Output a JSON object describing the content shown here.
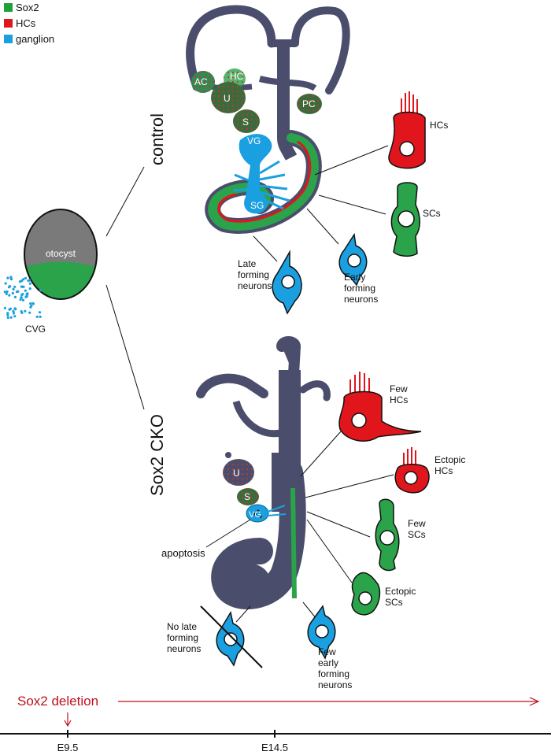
{
  "legend": [
    {
      "label": "Sox2",
      "color": "#1ea03a"
    },
    {
      "label": "HCs",
      "color": "#e0161c"
    },
    {
      "label": "ganglion",
      "color": "#1aa0e0"
    }
  ],
  "otocyst": {
    "label": "otocyst",
    "cvg_label": "CVG"
  },
  "control": {
    "title": "control",
    "structures": {
      "ac": "AC",
      "hc": "HC",
      "u": "U",
      "s": "S",
      "pc": "PC",
      "vg": "VG",
      "sg": "SG"
    },
    "cells": {
      "hcs": "HCs",
      "scs": "SCs",
      "late_neurons": [
        "Late",
        "forming",
        "neurons"
      ],
      "early_neurons": [
        "Early",
        "forming",
        "neurons"
      ]
    }
  },
  "cko": {
    "title": "Sox2 CKO",
    "structures": {
      "u": "U",
      "s": "S",
      "vg": "VG"
    },
    "apoptosis": "apoptosis",
    "cells": {
      "few_hcs": [
        "Few",
        "HCs"
      ],
      "ectopic_hcs": [
        "Ectopic",
        "HCs"
      ],
      "few_scs": [
        "Few",
        "SCs"
      ],
      "ectopic_scs": [
        "Ectopic",
        "SCs"
      ],
      "no_late_neurons": [
        "No late",
        "forming",
        "neurons"
      ],
      "few_early_neurons": [
        "Few",
        "early",
        "forming",
        "neurons"
      ]
    }
  },
  "timeline": {
    "deletion_label": "Sox2 deletion",
    "ticks": [
      "E9.5",
      "E14.5"
    ]
  },
  "colors": {
    "tissue": "#4a4d6b",
    "sox2": "#1ea03a",
    "hc_red": "#e0161c",
    "ganglion": "#1aa0e0",
    "otocyst_gray": "#7a7a7a",
    "deletion_red": "#c0101c"
  }
}
